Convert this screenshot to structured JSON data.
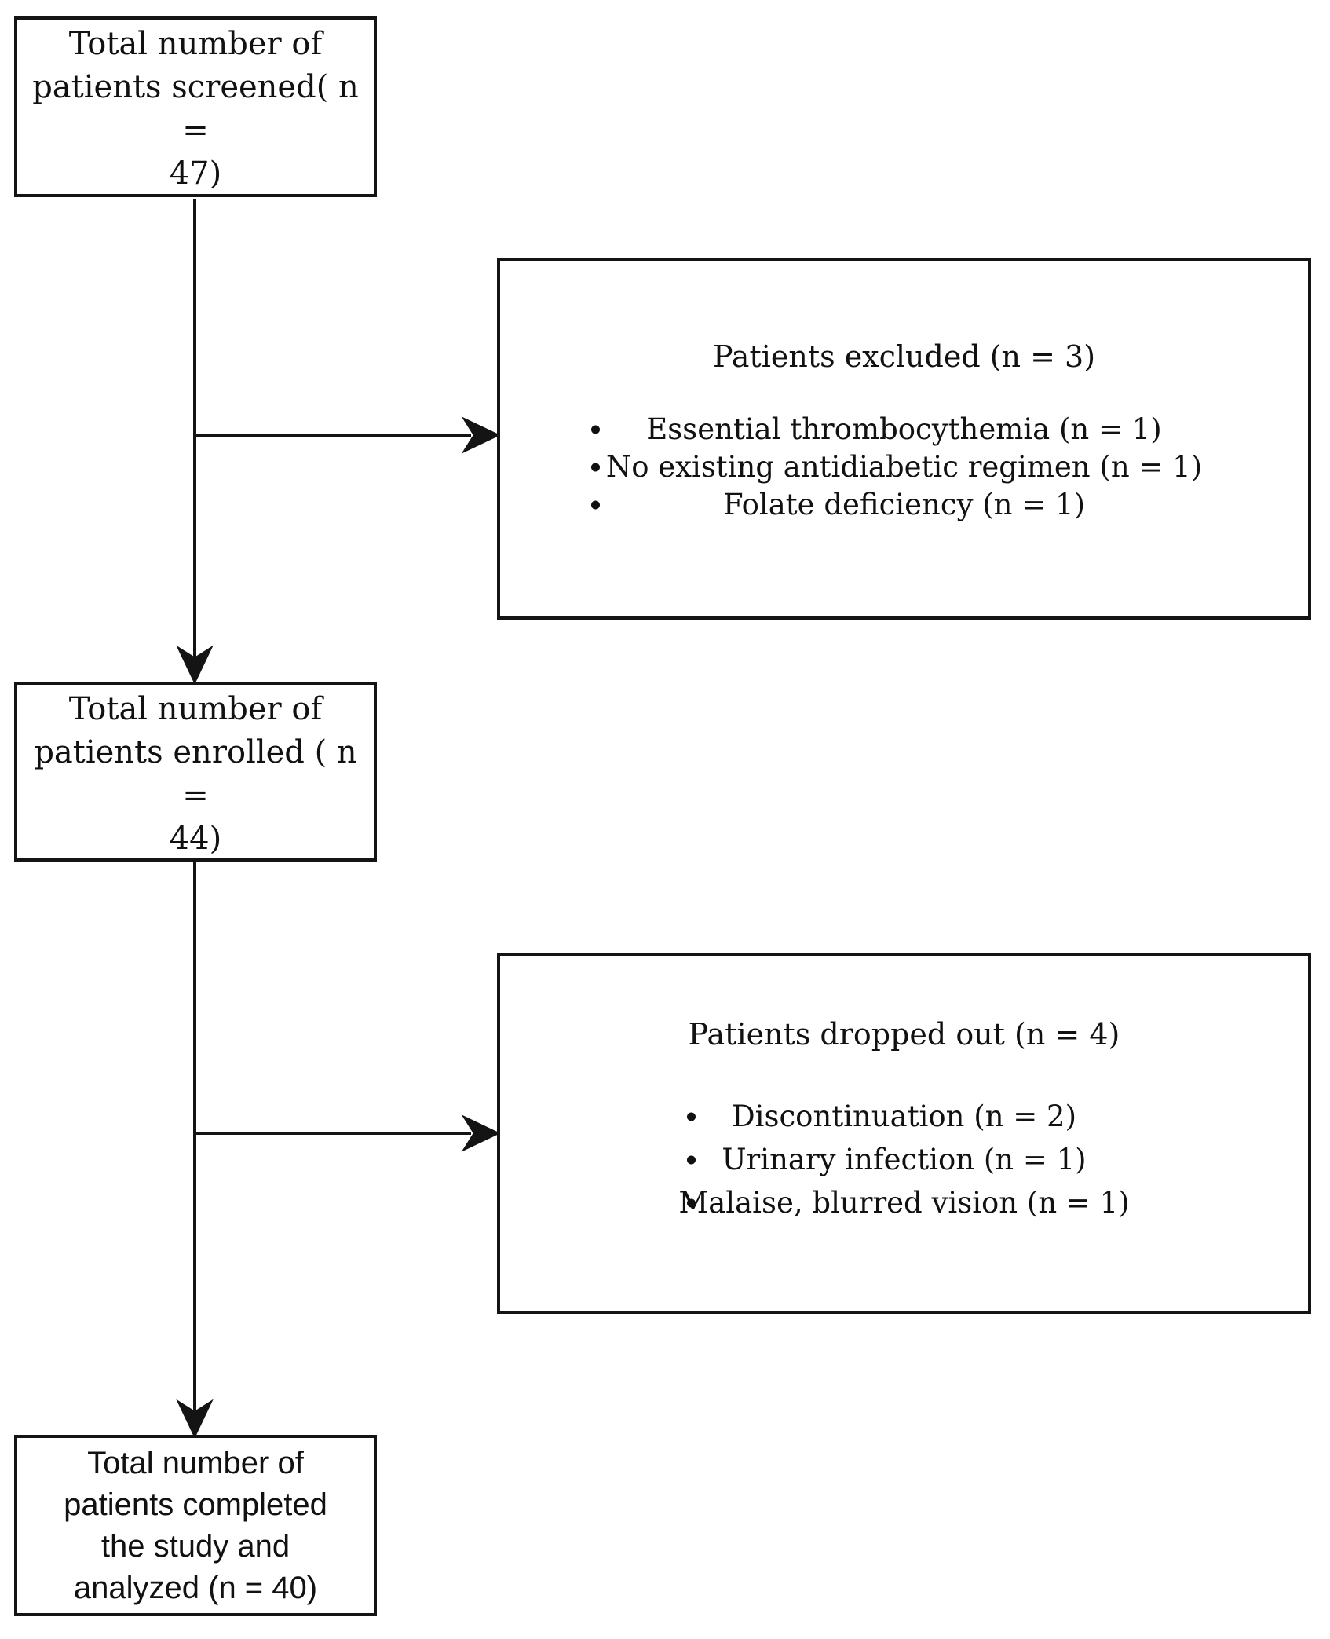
{
  "figure": {
    "type": "patient-flow-diagram",
    "background_color": "#ffffff",
    "stroke_color": "#141414",
    "bullet_icon": "filled-circle"
  },
  "boxes": {
    "screened": {
      "lines": [
        "Total number of",
        "patients screened( n =",
        "47)"
      ]
    },
    "excluded": {
      "title": "Patients excluded (n = 3)",
      "items": [
        "Essential thrombocythemia (n = 1)",
        "No existing antidiabetic regimen (n = 1)",
        "Folate deficiency (n = 1)"
      ]
    },
    "enrolled": {
      "lines": [
        "Total number of",
        "patients enrolled ( n =",
        "44)"
      ]
    },
    "dropped": {
      "title": "Patients dropped out (n = 4)",
      "items": [
        "Discontinuation (n = 2)",
        "Urinary infection (n = 1)",
        "Malaise, blurred vision (n = 1)"
      ]
    },
    "completed": {
      "lines": [
        "Total number of",
        "patients completed",
        "the study and",
        "analyzed (n = 40)"
      ]
    }
  }
}
